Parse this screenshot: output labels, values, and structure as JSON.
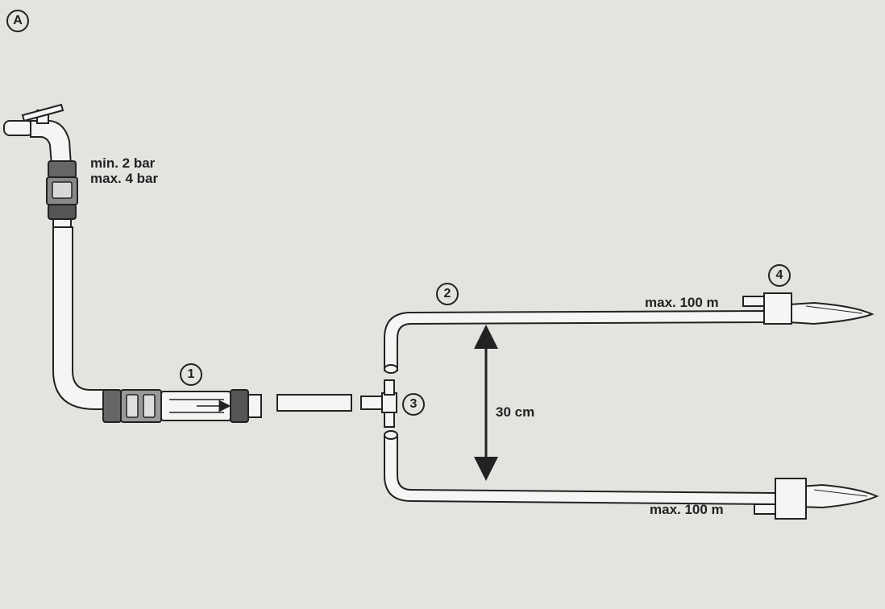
{
  "figure_label": "A",
  "pressure": {
    "min": "min. 2 bar",
    "max": "max. 4 bar"
  },
  "markers": {
    "m1": "1",
    "m2": "2",
    "m3": "3",
    "m4": "4"
  },
  "spacing_label": "30 cm",
  "length_upper": "max. 100 m",
  "length_lower": "max. 100 m"
}
